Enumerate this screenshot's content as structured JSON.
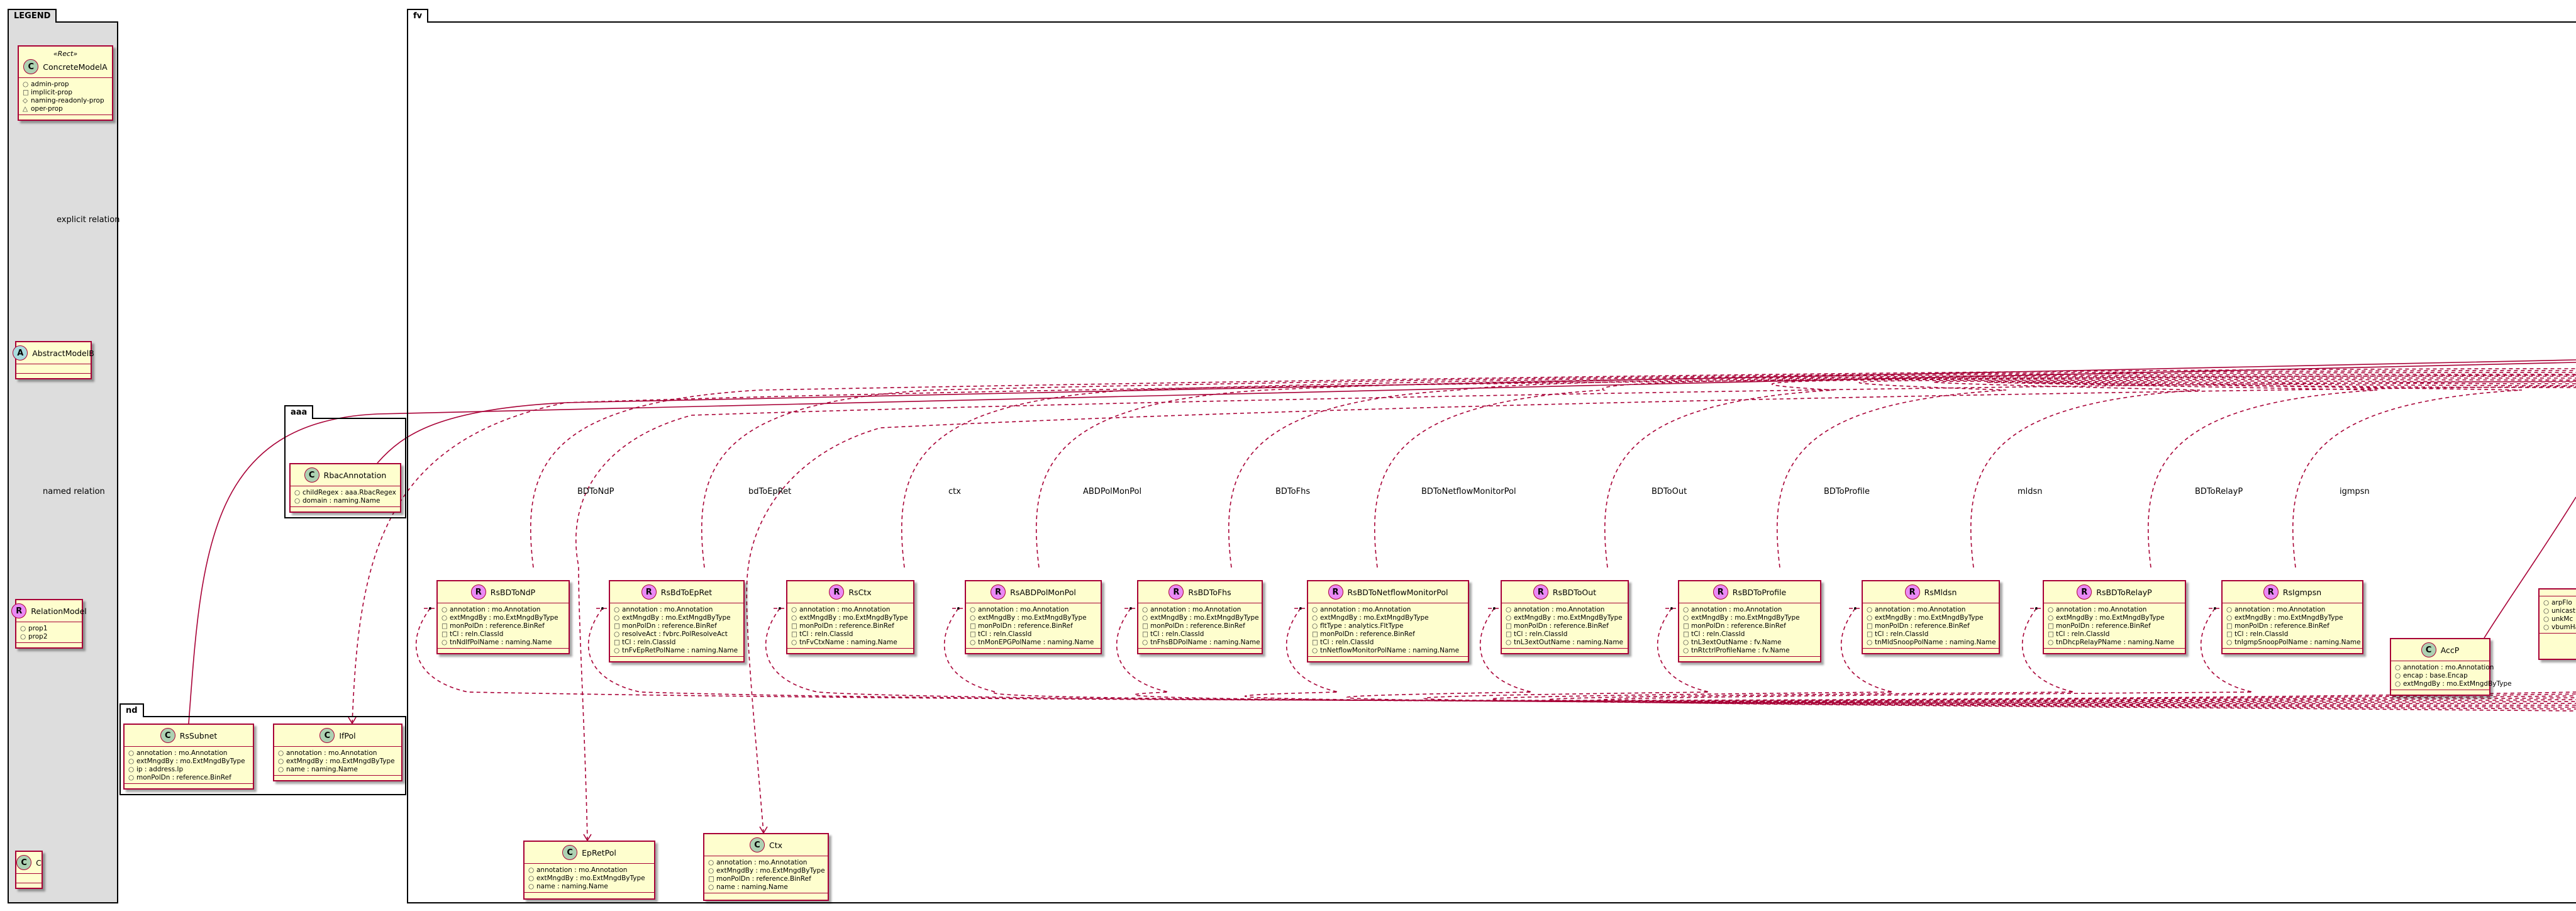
{
  "packages": {
    "legend": "LEGEND",
    "fv": "fv",
    "aaa": "aaa",
    "nd": "nd"
  },
  "legend": {
    "concrete": {
      "stereo": "«Rect»",
      "name": "ConcreteModelA",
      "icon": "C",
      "attrs": [
        [
          "○",
          "admin-prop"
        ],
        [
          "□",
          "implicit-prop"
        ],
        [
          "◇",
          "naming-readonly-prop"
        ],
        [
          "△",
          "oper-prop"
        ]
      ]
    },
    "abstract": {
      "name": "AbstractModelB",
      "icon": "A",
      "attrs": []
    },
    "relation": {
      "name": "RelationModel",
      "icon": "R",
      "attrs": [
        [
          "○",
          "prop1"
        ],
        [
          "○",
          "prop2"
        ]
      ]
    },
    "c": {
      "name": "C",
      "icon": "C",
      "attrs": []
    },
    "explicit_label": "explicit relation",
    "named_label": "named relation"
  },
  "aaa": {
    "rbac": {
      "name": "RbacAnnotation",
      "icon": "C",
      "attrs": [
        [
          "○",
          "childRegex : aaa.RbacRegex"
        ],
        [
          "○",
          "domain : naming.Name"
        ]
      ]
    }
  },
  "nd": {
    "rssubnet": {
      "name": "RsSubnet",
      "icon": "C",
      "attrs": [
        [
          "○",
          "annotation : mo.Annotation"
        ],
        [
          "○",
          "extMngdBy : mo.ExtMngdByType"
        ],
        [
          "○",
          "ip : address.Ip"
        ],
        [
          "○",
          "monPolDn : reference.BinRef"
        ]
      ]
    },
    "ifpol": {
      "name": "IfPol",
      "icon": "C",
      "attrs": [
        [
          "○",
          "annotation : mo.Annotation"
        ],
        [
          "○",
          "extMngdBy : mo.ExtMngdByType"
        ],
        [
          "○",
          "name : naming.Name"
        ]
      ]
    }
  },
  "fv": {
    "relations": [
      {
        "label": "BDToNdP",
        "name": "RsBDToNdP",
        "attrs": [
          [
            "○",
            "annotation : mo.Annotation"
          ],
          [
            "○",
            "extMngdBy : mo.ExtMngdByType"
          ],
          [
            "□",
            "monPolDn : reference.BinRef"
          ],
          [
            "□",
            "tCl : reln.ClassId"
          ],
          [
            "○",
            "tnNdIfPolName : naming.Name"
          ]
        ]
      },
      {
        "label": "bdToEpRet",
        "name": "RsBdToEpRet",
        "attrs": [
          [
            "○",
            "annotation : mo.Annotation"
          ],
          [
            "○",
            "extMngdBy : mo.ExtMngdByType"
          ],
          [
            "□",
            "monPolDn : reference.BinRef"
          ],
          [
            "○",
            "resolveAct : fvbrc.PolResolveAct"
          ],
          [
            "□",
            "tCl : reln.ClassId"
          ],
          [
            "○",
            "tnFvEpRetPolName : naming.Name"
          ]
        ]
      },
      {
        "label": "ctx",
        "name": "RsCtx",
        "attrs": [
          [
            "○",
            "annotation : mo.Annotation"
          ],
          [
            "○",
            "extMngdBy : mo.ExtMngdByType"
          ],
          [
            "□",
            "monPolDn : reference.BinRef"
          ],
          [
            "□",
            "tCl : reln.ClassId"
          ],
          [
            "○",
            "tnFvCtxName : naming.Name"
          ]
        ]
      },
      {
        "label": "ABDPolMonPol",
        "name": "RsABDPolMonPol",
        "attrs": [
          [
            "○",
            "annotation : mo.Annotation"
          ],
          [
            "○",
            "extMngdBy : mo.ExtMngdByType"
          ],
          [
            "□",
            "monPolDn : reference.BinRef"
          ],
          [
            "□",
            "tCl : reln.ClassId"
          ],
          [
            "○",
            "tnMonEPGPolName : naming.Name"
          ]
        ]
      },
      {
        "label": "BDToFhs",
        "name": "RsBDToFhs",
        "attrs": [
          [
            "○",
            "annotation : mo.Annotation"
          ],
          [
            "○",
            "extMngdBy : mo.ExtMngdByType"
          ],
          [
            "□",
            "monPolDn : reference.BinRef"
          ],
          [
            "□",
            "tCl : reln.ClassId"
          ],
          [
            "○",
            "tnFhsBDPolName : naming.Name"
          ]
        ]
      },
      {
        "label": "BDToNetflowMonitorPol",
        "name": "RsBDToNetflowMonitorPol",
        "attrs": [
          [
            "○",
            "annotation : mo.Annotation"
          ],
          [
            "○",
            "extMngdBy : mo.ExtMngdByType"
          ],
          [
            "○",
            "fltType : analytics.FltType"
          ],
          [
            "□",
            "monPolDn : reference.BinRef"
          ],
          [
            "□",
            "tCl : reln.ClassId"
          ],
          [
            "○",
            "tnNetflowMonitorPolName : naming.Name"
          ]
        ]
      },
      {
        "label": "BDToOut",
        "name": "RsBDToOut",
        "attrs": [
          [
            "○",
            "annotation : mo.Annotation"
          ],
          [
            "○",
            "extMngdBy : mo.ExtMngdByType"
          ],
          [
            "□",
            "monPolDn : reference.BinRef"
          ],
          [
            "□",
            "tCl : reln.ClassId"
          ],
          [
            "○",
            "tnL3extOutName : naming.Name"
          ]
        ]
      },
      {
        "label": "BDToProfile",
        "name": "RsBDToProfile",
        "attrs": [
          [
            "○",
            "annotation : mo.Annotation"
          ],
          [
            "○",
            "extMngdBy : mo.ExtMngdByType"
          ],
          [
            "□",
            "monPolDn : reference.BinRef"
          ],
          [
            "□",
            "tCl : reln.ClassId"
          ],
          [
            "○",
            "tnL3extOutName : fv.Name"
          ],
          [
            "○",
            "tnRtctrlProfileName : fv.Name"
          ]
        ]
      },
      {
        "label": "mldsn",
        "name": "RsMldsn",
        "attrs": [
          [
            "○",
            "annotation : mo.Annotation"
          ],
          [
            "○",
            "extMngdBy : mo.ExtMngdByType"
          ],
          [
            "□",
            "monPolDn : reference.BinRef"
          ],
          [
            "□",
            "tCl : reln.ClassId"
          ],
          [
            "○",
            "tnMldSnoopPolName : naming.Name"
          ]
        ]
      },
      {
        "label": "BDToRelayP",
        "name": "RsBDToRelayP",
        "attrs": [
          [
            "○",
            "annotation : mo.Annotation"
          ],
          [
            "○",
            "extMngdBy : mo.ExtMngdByType"
          ],
          [
            "□",
            "monPolDn : reference.BinRef"
          ],
          [
            "□",
            "tCl : reln.ClassId"
          ],
          [
            "○",
            "tnDhcpRelayPName : naming.Name"
          ]
        ]
      },
      {
        "label": "igmpsn",
        "name": "RsIgmpsn",
        "attrs": [
          [
            "○",
            "annotation : mo.Annotation"
          ],
          [
            "○",
            "extMngdBy : mo.ExtMngdByType"
          ],
          [
            "□",
            "monPolDn : reference.BinRef"
          ],
          [
            "□",
            "tCl : reln.ClassId"
          ],
          [
            "○",
            "tnIgmpSnoopPolName : naming.Name"
          ]
        ]
      }
    ],
    "accp": {
      "name": "AccP",
      "icon": "C",
      "attrs": [
        [
          "○",
          "annotation : mo.Annotation"
        ],
        [
          "○",
          "encap : base.Encap"
        ],
        [
          "○",
          "extMngdBy : mo.ExtMngdByType"
        ]
      ]
    },
    "partial": {
      "name": "",
      "icon": "",
      "attrs": [
        [
          "○",
          "arpFlo"
        ],
        [
          "○",
          "unicast"
        ],
        [
          "○",
          "unkMc"
        ],
        [
          "○",
          "vbumHa"
        ]
      ]
    },
    "epretpol": {
      "name": "EpRetPol",
      "icon": "C",
      "attrs": [
        [
          "○",
          "annotation : mo.Annotation"
        ],
        [
          "○",
          "extMngdBy : mo.ExtMngdByType"
        ],
        [
          "○",
          "name : naming.Name"
        ]
      ]
    },
    "ctxcls": {
      "name": "Ctx",
      "icon": "C",
      "attrs": [
        [
          "○",
          "annotation : mo.Annotation"
        ],
        [
          "○",
          "extMngdBy : mo.ExtMngdByType"
        ],
        [
          "□",
          "monPolDn : reference.BinRef"
        ],
        [
          "○",
          "name : naming.Name"
        ]
      ]
    }
  }
}
